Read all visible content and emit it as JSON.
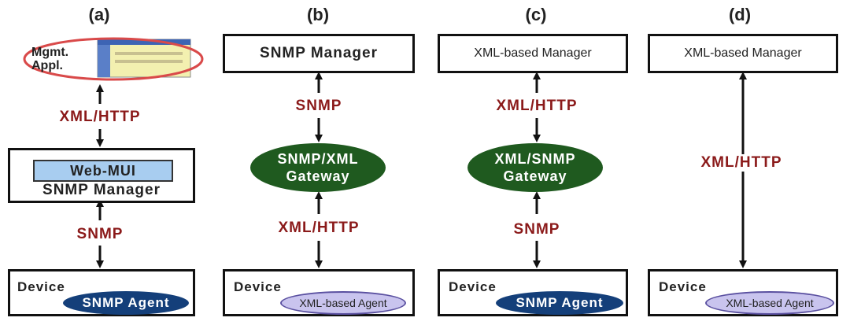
{
  "panels": [
    {
      "label": "(a)",
      "top_app": "Mgmt.\nAppl.",
      "upper_protocol": "XML/HTTP",
      "middle_inner": "Web-MUI",
      "middle_box": "SNMP Manager",
      "lower_protocol": "SNMP",
      "device_label": "Device",
      "agent": "SNMP Agent"
    },
    {
      "label": "(b)",
      "top_box": "SNMP Manager",
      "upper_protocol": "SNMP",
      "gateway_line1": "SNMP/XML",
      "gateway_line2": "Gateway",
      "lower_protocol": "XML/HTTP",
      "device_label": "Device",
      "agent": "XML-based Agent"
    },
    {
      "label": "(c)",
      "top_box": "XML-based Manager",
      "upper_protocol": "XML/HTTP",
      "gateway_line1": "XML/SNMP",
      "gateway_line2": "Gateway",
      "lower_protocol": "SNMP",
      "device_label": "Device",
      "agent": "SNMP Agent"
    },
    {
      "label": "(d)",
      "top_box": "XML-based Manager",
      "protocol": "XML/HTTP",
      "device_label": "Device",
      "agent": "XML-based Agent"
    }
  ],
  "colors": {
    "protocol_text": "#8b1a1a",
    "gateway_fill": "#1f5a1f",
    "snmp_agent_fill": "#143f7a",
    "xml_agent_fill": "#c9c4ee",
    "app_ellipse_stroke": "#d94a4a",
    "web_mui_fill": "#a8cdf0"
  }
}
